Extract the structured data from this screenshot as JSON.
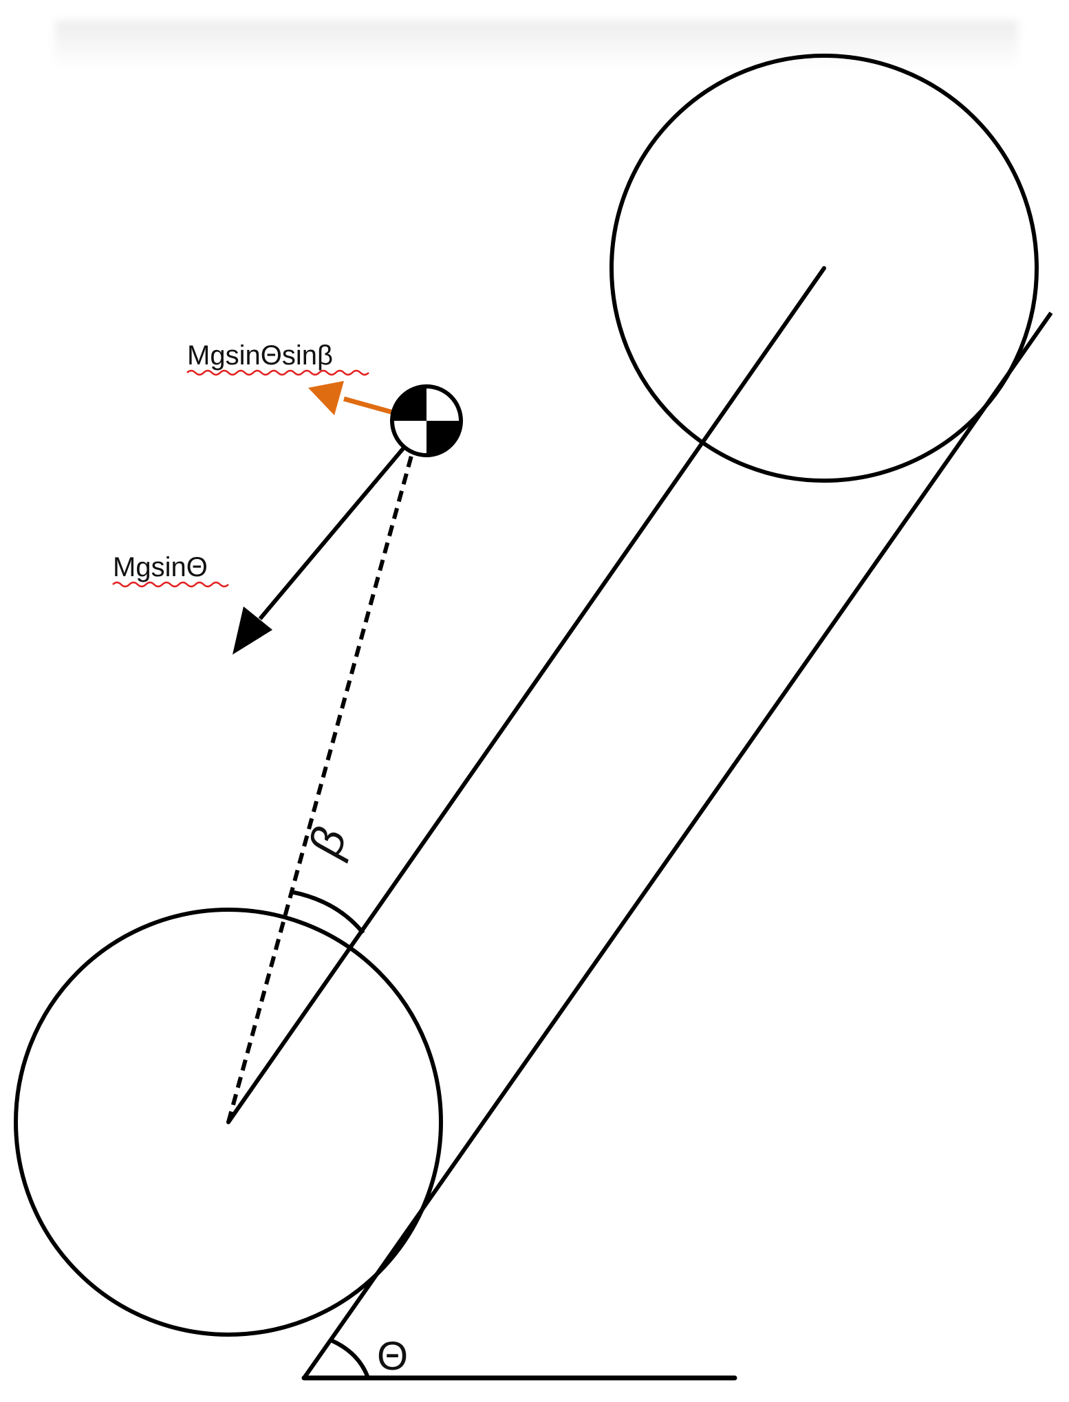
{
  "labels": {
    "force_component_beta": "MgsinΘsinβ",
    "force_slope": "MgsinΘ",
    "angle_beta": "β",
    "angle_theta": "Θ"
  },
  "colors": {
    "stroke": "#000000",
    "accent_arrow": "#e06c12",
    "spellcheck_underline": "#e22020"
  },
  "icons": {
    "center_of_mass": "center-of-mass-symbol"
  }
}
